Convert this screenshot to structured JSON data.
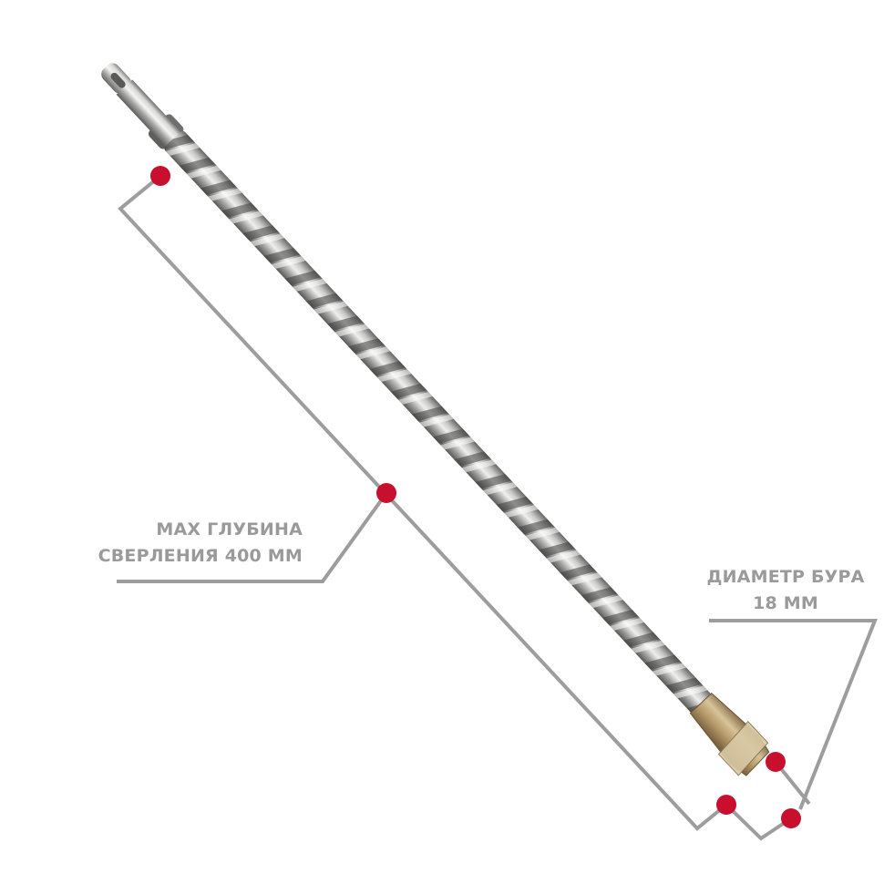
{
  "callouts": {
    "depth": {
      "line1": "MAX ГЛУБИНА",
      "line2": "СВЕРЛЕНИЯ 400 ММ"
    },
    "diameter": {
      "line1": "ДИАМЕТР БУРА",
      "line2": "18 ММ"
    }
  },
  "colors": {
    "background": "#ffffff",
    "callout_text": "#9a9a9a",
    "leader_line": "#9d9d9d",
    "marker": "#c8102e",
    "drill_steel": "#a8a8a6",
    "carbide_tip": "#b59a6a"
  },
  "icons": {
    "subject": "sds-plus-drill-bit-image",
    "marker": "red-dot-marker"
  }
}
